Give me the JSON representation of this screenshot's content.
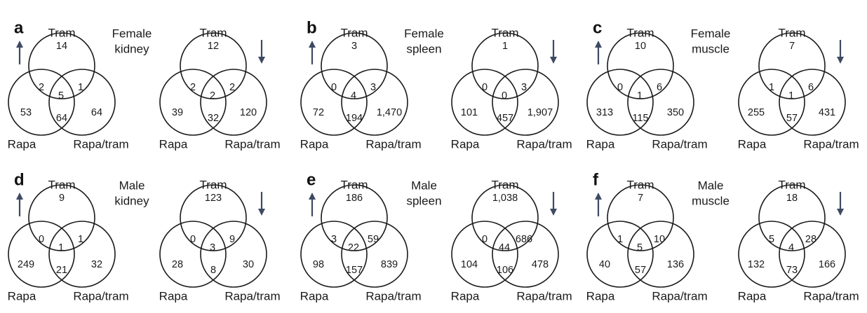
{
  "labels": {
    "tram": "Tram",
    "rapa": "Rapa",
    "rapa_tram": "Rapa/tram"
  },
  "colors": {
    "arrow": "#3d4a63",
    "stroke": "#1a1a1a"
  },
  "panels": [
    {
      "letter": "a",
      "tissue": [
        "Female",
        "kidney"
      ],
      "up": {
        "direction": "up",
        "tram_only": "14",
        "rapa_only": "53",
        "rapatram_only": "64",
        "tram_rapa": "2",
        "tram_rapatram": "1",
        "rapa_rapatram": "64",
        "all": "5"
      },
      "down": {
        "direction": "down",
        "tram_only": "12",
        "rapa_only": "39",
        "rapatram_only": "120",
        "tram_rapa": "2",
        "tram_rapatram": "2",
        "rapa_rapatram": "32",
        "all": "2"
      }
    },
    {
      "letter": "b",
      "tissue": [
        "Female",
        "spleen"
      ],
      "up": {
        "direction": "up",
        "tram_only": "3",
        "rapa_only": "72",
        "rapatram_only": "1,470",
        "tram_rapa": "0",
        "tram_rapatram": "3",
        "rapa_rapatram": "194",
        "all": "4"
      },
      "down": {
        "direction": "down",
        "tram_only": "1",
        "rapa_only": "101",
        "rapatram_only": "1,907",
        "tram_rapa": "0",
        "tram_rapatram": "3",
        "rapa_rapatram": "457",
        "all": "0"
      }
    },
    {
      "letter": "c",
      "tissue": [
        "Female",
        "muscle"
      ],
      "up": {
        "direction": "up",
        "tram_only": "10",
        "rapa_only": "313",
        "rapatram_only": "350",
        "tram_rapa": "0",
        "tram_rapatram": "6",
        "rapa_rapatram": "115",
        "all": "1"
      },
      "down": {
        "direction": "down",
        "tram_only": "7",
        "rapa_only": "255",
        "rapatram_only": "431",
        "tram_rapa": "1",
        "tram_rapatram": "6",
        "rapa_rapatram": "57",
        "all": "1"
      }
    },
    {
      "letter": "d",
      "tissue": [
        "Male",
        "kidney"
      ],
      "up": {
        "direction": "up",
        "tram_only": "9",
        "rapa_only": "249",
        "rapatram_only": "32",
        "tram_rapa": "0",
        "tram_rapatram": "1",
        "rapa_rapatram": "21",
        "all": "1"
      },
      "down": {
        "direction": "down",
        "tram_only": "123",
        "rapa_only": "28",
        "rapatram_only": "30",
        "tram_rapa": "0",
        "tram_rapatram": "9",
        "rapa_rapatram": "8",
        "all": "3"
      }
    },
    {
      "letter": "e",
      "tissue": [
        "Male",
        "spleen"
      ],
      "up": {
        "direction": "up",
        "tram_only": "186",
        "rapa_only": "98",
        "rapatram_only": "839",
        "tram_rapa": "3",
        "tram_rapatram": "59",
        "rapa_rapatram": "157",
        "all": "22"
      },
      "down": {
        "direction": "down",
        "tram_only": "1,038",
        "rapa_only": "104",
        "rapatram_only": "478",
        "tram_rapa": "0",
        "tram_rapatram": "686",
        "rapa_rapatram": "106",
        "all": "44"
      }
    },
    {
      "letter": "f",
      "tissue": [
        "Male",
        "muscle"
      ],
      "up": {
        "direction": "up",
        "tram_only": "7",
        "rapa_only": "40",
        "rapatram_only": "136",
        "tram_rapa": "1",
        "tram_rapatram": "10",
        "rapa_rapatram": "57",
        "all": "5"
      },
      "down": {
        "direction": "down",
        "tram_only": "18",
        "rapa_only": "132",
        "rapatram_only": "166",
        "tram_rapa": "5",
        "tram_rapatram": "28",
        "rapa_rapatram": "73",
        "all": "4"
      }
    }
  ]
}
